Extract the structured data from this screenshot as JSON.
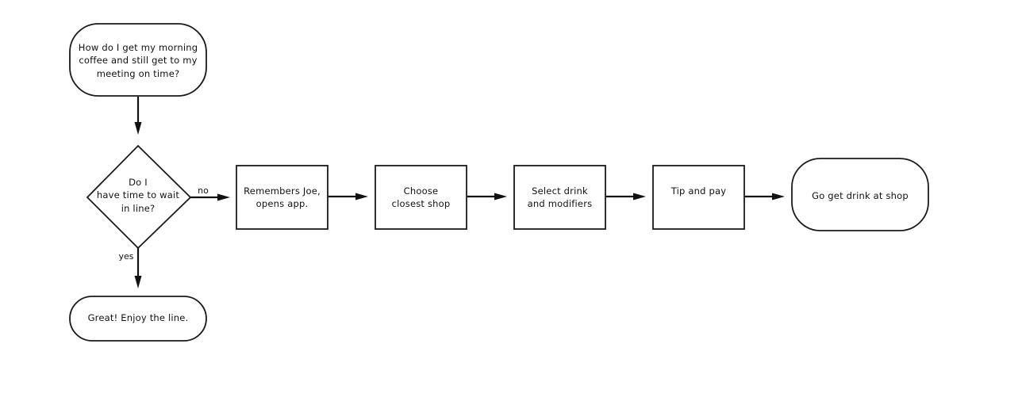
{
  "diagram": {
    "nodes": {
      "question": {
        "shape": "rounded-rectangle",
        "lines": [
          "How do I get my morning",
          "coffee and still get to my",
          "meeting on time?"
        ]
      },
      "decision": {
        "shape": "diamond",
        "lines": [
          "Do I",
          "have time to wait",
          "in line?"
        ]
      },
      "enjoy_line": {
        "shape": "rounded-rectangle",
        "lines": [
          "Great! Enjoy the line."
        ]
      },
      "open_app": {
        "shape": "rectangle",
        "lines": [
          "Remembers Joe,",
          "opens app."
        ]
      },
      "choose_shop": {
        "shape": "rectangle",
        "lines": [
          "Choose",
          "closest shop"
        ]
      },
      "select_drink": {
        "shape": "rectangle",
        "lines": [
          "Select drink",
          "and modifiers"
        ]
      },
      "tip_pay": {
        "shape": "rectangle",
        "lines": [
          "Tip and pay"
        ]
      },
      "get_drink": {
        "shape": "rounded-rectangle",
        "lines": [
          "Go get drink at shop"
        ]
      }
    },
    "edges": {
      "question_to_decision": {
        "label": ""
      },
      "decision_yes": {
        "label": "yes"
      },
      "decision_no": {
        "label": "no"
      },
      "app_to_shop": {
        "label": ""
      },
      "shop_to_drink": {
        "label": ""
      },
      "drink_to_pay": {
        "label": ""
      },
      "pay_to_get": {
        "label": ""
      }
    },
    "colors": {
      "stroke": "#1a1a1a",
      "fill": "#ffffff",
      "text": "#111111",
      "background": "#ffffff"
    }
  }
}
